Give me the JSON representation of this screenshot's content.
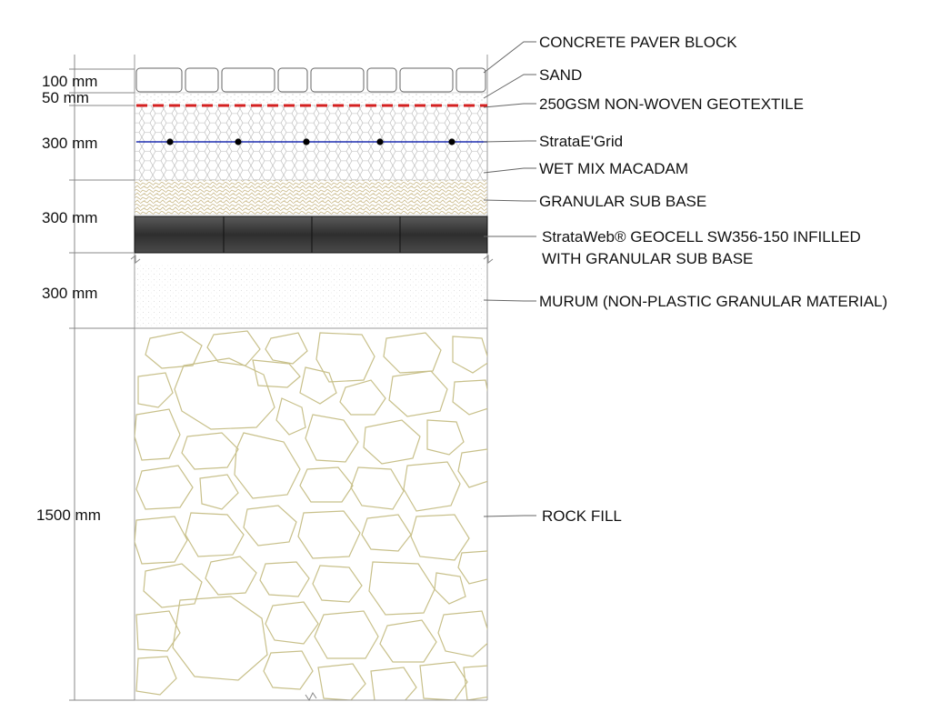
{
  "layers": [
    {
      "id": "paver",
      "label": "CONCRETE PAVER BLOCK"
    },
    {
      "id": "sand",
      "label": "SAND"
    },
    {
      "id": "geotextile",
      "label": "250GSM NON-WOVEN GEOTEXTILE"
    },
    {
      "id": "grid",
      "label": "StrataE'Grid"
    },
    {
      "id": "wmm",
      "label": "WET MIX MACADAM"
    },
    {
      "id": "gsb",
      "label": "GRANULAR SUB BASE"
    },
    {
      "id": "geocell",
      "label": "StrataWeb® GEOCELL SW356-150 INFILLED",
      "label2": "WITH GRANULAR SUB BASE"
    },
    {
      "id": "murum",
      "label": "MURUM (NON-PLASTIC GRANULAR MATERIAL)"
    },
    {
      "id": "rock",
      "label": "ROCK FILL"
    }
  ],
  "dimensions": [
    "100 mm",
    "50  mm",
    "300 mm",
    "300 mm",
    "300 mm",
    "1500 mm"
  ],
  "colors": {
    "geotextile": "#d42020",
    "grid": "#1f2fb0",
    "rock_outline": "#c8c08a",
    "gsb_texture": "#c9b98a",
    "geocell_fill": "#3d3d3d",
    "wmm_hex": "#b5b5b5"
  }
}
